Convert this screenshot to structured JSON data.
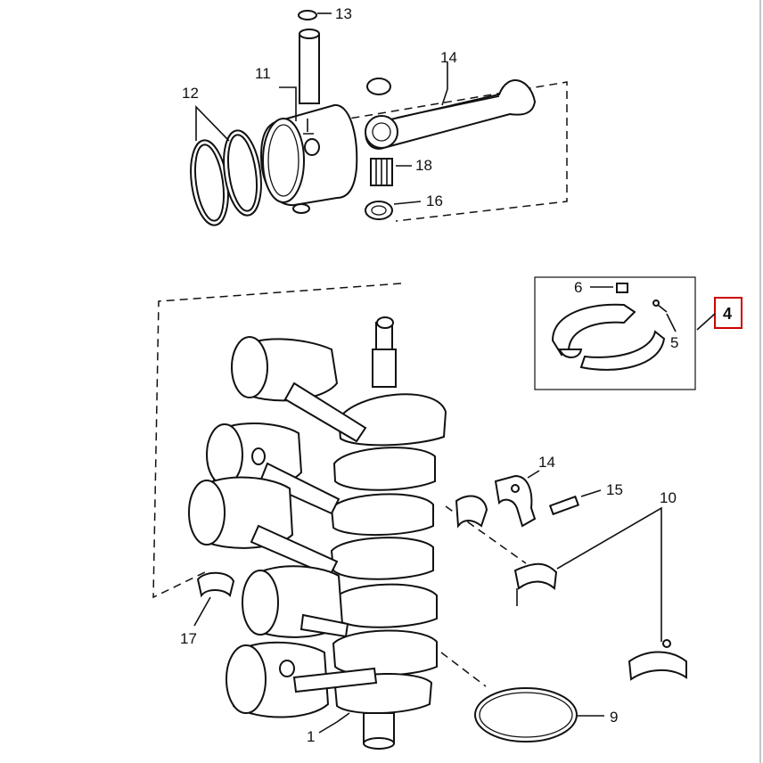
{
  "callouts": {
    "c1": "1",
    "c4": "4",
    "c5": "5",
    "c6": "6",
    "c9": "9",
    "c10": "10",
    "c11": "11",
    "c12": "12",
    "c13": "13",
    "c14_top": "14",
    "c14_mid": "14",
    "c15": "15",
    "c16": "16",
    "c17": "17",
    "c18": "18"
  },
  "colors": {
    "highlight_box": "#cc0000",
    "ink": "#111111"
  }
}
